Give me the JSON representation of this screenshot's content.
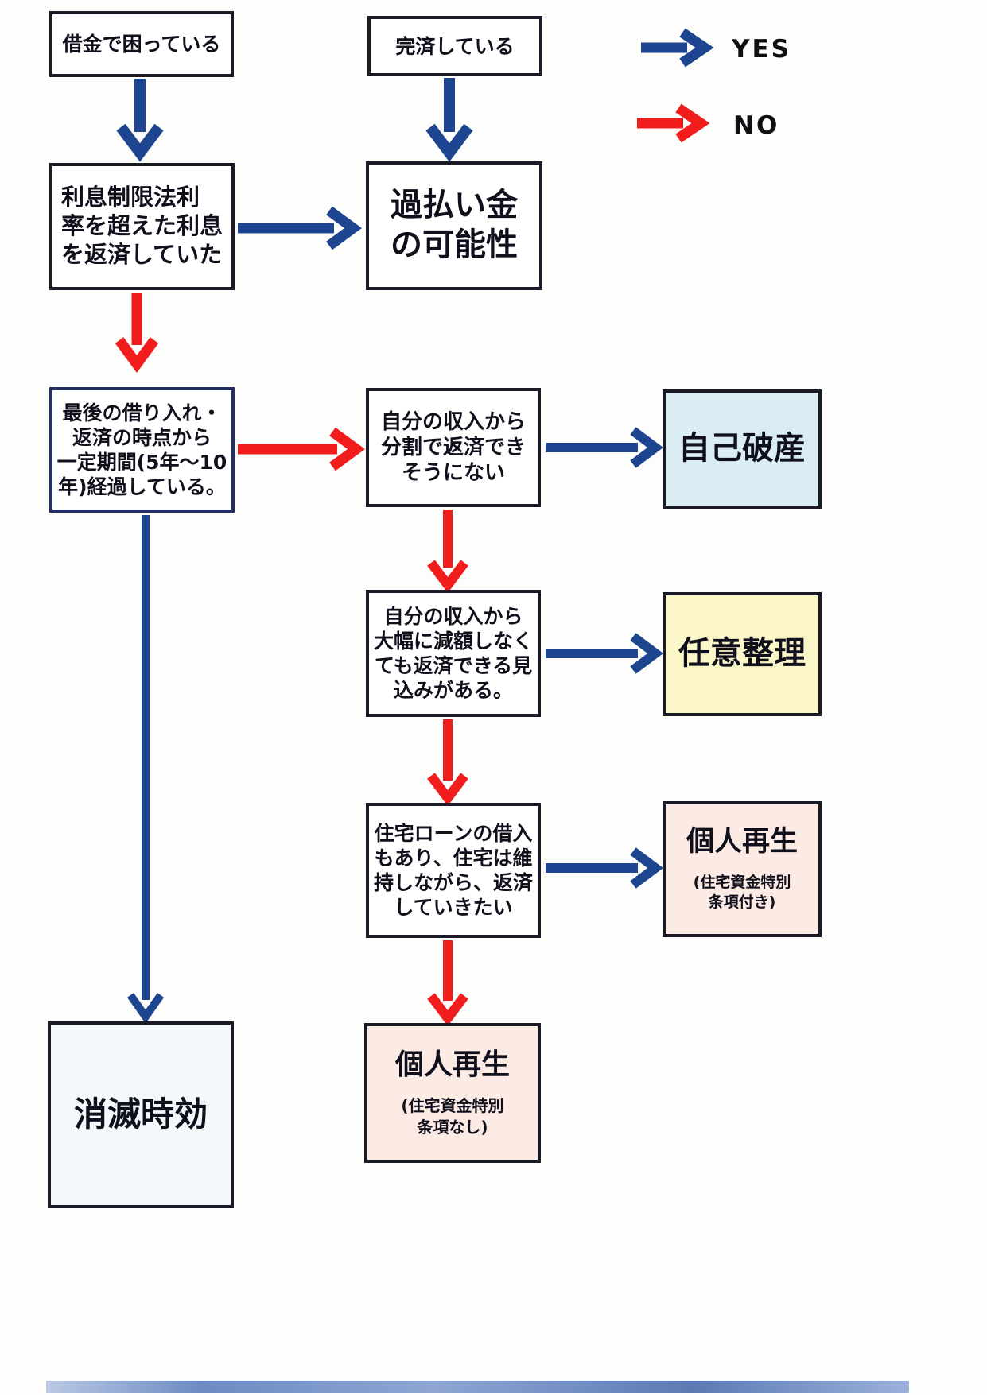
{
  "page": {
    "background": "#fdfdfb"
  },
  "legend": {
    "yes_label": "YES",
    "no_label": "NO",
    "yes_color": "#1e4690",
    "no_color": "#f11d1d"
  },
  "nodes": {
    "debt_trouble": {
      "label": "借金で困っている"
    },
    "paid_off": {
      "label": "完済している"
    },
    "over_interest": {
      "label": "利息制限法利\n率を超えた利息\nを返済していた"
    },
    "overpayment": {
      "label": "過払い金\nの可能性"
    },
    "period_elapsed": {
      "label": "最後の借り入れ・\n返済の時点から\n一定期間(5年〜10\n年)経過している。"
    },
    "cannot_repay_installments": {
      "label": "自分の収入から\n分割で返済でき\nそうにない"
    },
    "bankruptcy": {
      "label": "自己破産",
      "bg": "#daedf3"
    },
    "can_repay_without_reduction": {
      "label": "自分の収入から\n大幅に減額しなく\nても返済できる見\n込みがある。"
    },
    "voluntary_liquidation": {
      "label": "任意整理",
      "bg": "#fbf6c8"
    },
    "keep_house": {
      "label": "住宅ローンの借入\nもあり、住宅は維\n持しながら、返済\nしていきたい"
    },
    "personal_rehab_with": {
      "title": "個人再生",
      "subtitle": "(住宅資金特別\n条項付き)",
      "bg": "#fceae5"
    },
    "personal_rehab_without": {
      "title": "個人再生",
      "subtitle": "(住宅資金特別\n条項なし)",
      "bg": "#fceae5"
    },
    "extinctive_prescription": {
      "label": "消滅時効",
      "bg": "#f3f8fa"
    }
  },
  "edges": [
    {
      "from": "debt_trouble",
      "to": "over_interest",
      "answer": "yes"
    },
    {
      "from": "paid_off",
      "to": "overpayment",
      "answer": "yes"
    },
    {
      "from": "over_interest",
      "to": "overpayment",
      "answer": "yes"
    },
    {
      "from": "over_interest",
      "to": "period_elapsed",
      "answer": "no"
    },
    {
      "from": "period_elapsed",
      "to": "extinctive_prescription",
      "answer": "yes"
    },
    {
      "from": "period_elapsed",
      "to": "cannot_repay_installments",
      "answer": "no"
    },
    {
      "from": "cannot_repay_installments",
      "to": "bankruptcy",
      "answer": "yes"
    },
    {
      "from": "cannot_repay_installments",
      "to": "can_repay_without_reduction",
      "answer": "no"
    },
    {
      "from": "can_repay_without_reduction",
      "to": "voluntary_liquidation",
      "answer": "yes"
    },
    {
      "from": "can_repay_without_reduction",
      "to": "keep_house",
      "answer": "no"
    },
    {
      "from": "keep_house",
      "to": "personal_rehab_with",
      "answer": "yes"
    },
    {
      "from": "keep_house",
      "to": "personal_rehab_without",
      "answer": "no"
    }
  ]
}
